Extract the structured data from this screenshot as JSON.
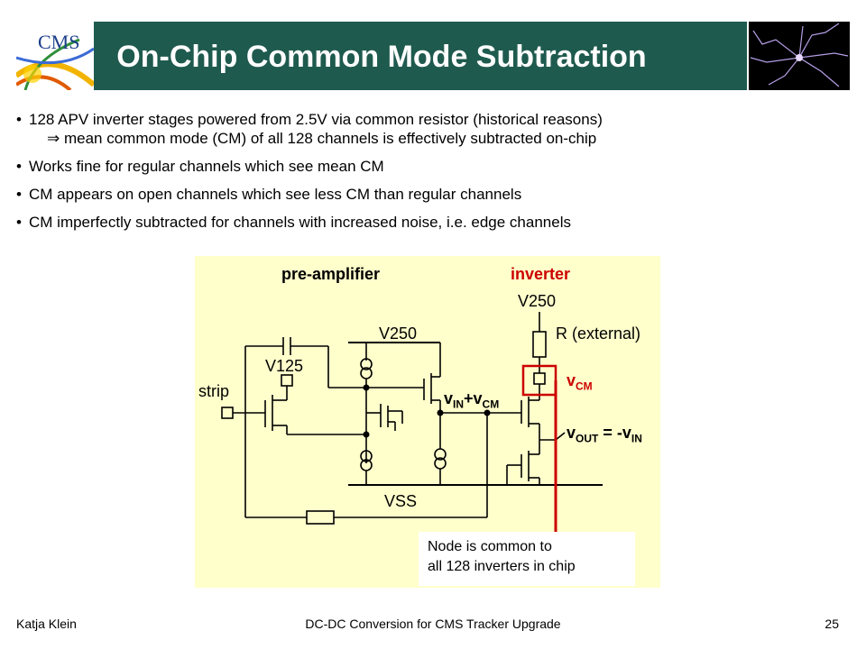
{
  "header": {
    "title": "On-Chip Common Mode Subtraction",
    "logo_text": "CMS"
  },
  "bullets": [
    {
      "text": "128 APV inverter stages powered from 2.5V via common resistor (historical reasons)",
      "sub": "⇒  mean common mode (CM) of all 128 channels is effectively subtracted on-chip"
    },
    {
      "text": "Works fine for regular channels which see mean CM"
    },
    {
      "text": "CM appears on open channels which see less CM than regular channels"
    },
    {
      "text": "CM imperfectly subtracted for channels with increased noise, i.e. edge channels"
    }
  ],
  "diagram": {
    "labels": {
      "preamp": "pre-amplifier",
      "inverter": "inverter",
      "v250_top": "V250",
      "v250_mid": "V250",
      "r_external": "R (external)",
      "v125": "V125",
      "strip": "strip",
      "vss": "VSS",
      "vin_base": "v",
      "vin_sub": "IN",
      "vin_plus": "+v",
      "vcm_sub": "CM",
      "vcm_base": "v",
      "vcm_label_sub": "CM",
      "vout_base": "v",
      "vout_sub": "OUT",
      "vout_eq": " = -v",
      "vout_in_sub": "IN"
    },
    "note": {
      "line1": "Node is common to",
      "line2": "all 128 inverters in chip"
    },
    "colors": {
      "background": "#ffffcc",
      "highlight": "#cc0000"
    }
  },
  "footer": {
    "author": "Katja Klein",
    "talk": "DC-DC Conversion for CMS Tracker Upgrade",
    "page": "25"
  }
}
